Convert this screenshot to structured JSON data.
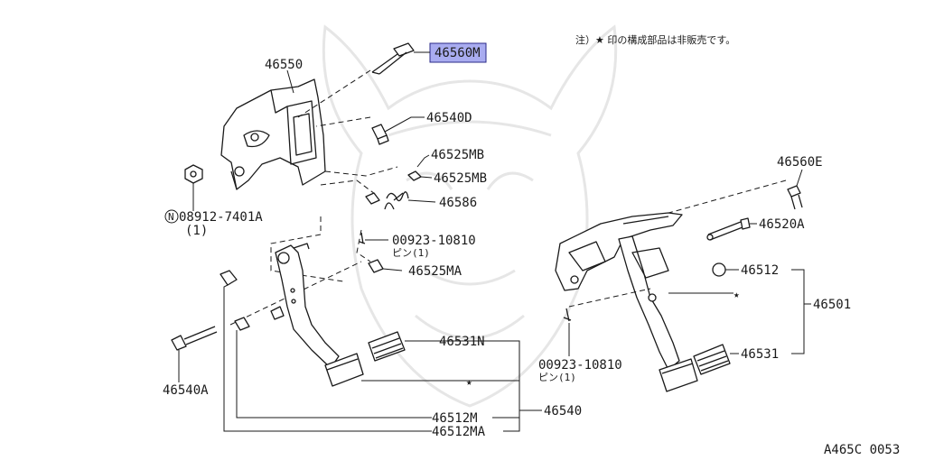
{
  "note": "注）★ 印の構成部品は非販売です。",
  "highlight_color": "#a9acf0",
  "figure_code": "A465C 0053",
  "labels": {
    "p46560M": "46560M",
    "p46550": "46550",
    "p46540D": "46540D",
    "p46525MB_1": "46525MB",
    "p46525MB_2": "46525MB",
    "p46586": "46586",
    "p08912": "08912-7401A",
    "p08912_qty": "(1)",
    "p00923_a": "00923-10810",
    "p00923_a_sub": "ピン(1)",
    "p46525MA": "46525MA",
    "p46531N": "46531N",
    "p46540A": "46540A",
    "p46540": "46540",
    "p46512M": "46512M",
    "p46512MA": "46512MA",
    "p46560E": "46560E",
    "p46520A": "46520A",
    "p46512": "46512",
    "p46501": "46501",
    "p46531": "46531",
    "p00923_b": "00923-10810",
    "p00923_b_sub": "ピン(1)",
    "circle_n": "N",
    "star": "★"
  }
}
